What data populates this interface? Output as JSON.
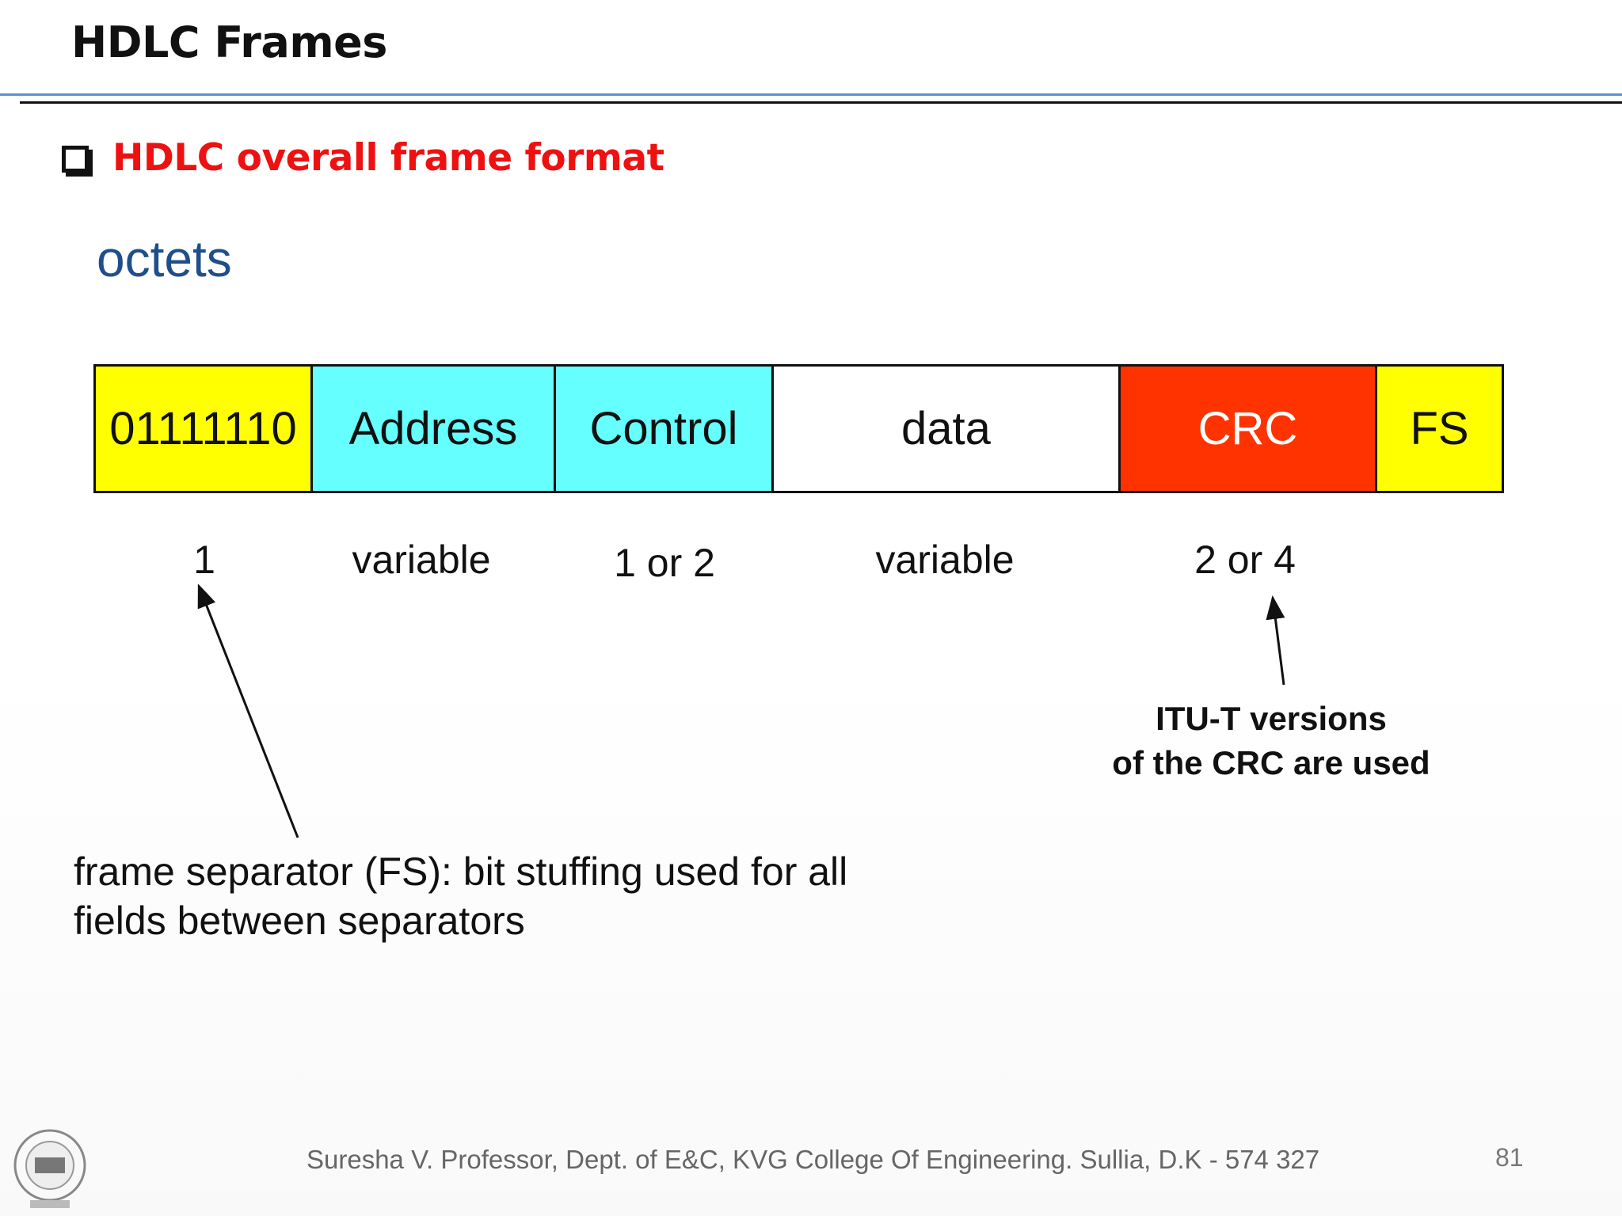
{
  "slide": {
    "title": "HDLC Frames",
    "subtitle": "HDLC overall frame format",
    "octets_label": "octets"
  },
  "frame": {
    "fields": [
      {
        "label": "01111110",
        "size": "1",
        "color": "#ffff00"
      },
      {
        "label": "Address",
        "size": "variable",
        "color": "#66ffff"
      },
      {
        "label": "Control",
        "size": "1 or 2",
        "color": "#66ffff"
      },
      {
        "label": "data",
        "size": "variable",
        "color": "#ffffff"
      },
      {
        "label": "CRC",
        "size": "2 or 4",
        "color": "#ff3300"
      },
      {
        "label": "FS",
        "size": "",
        "color": "#ffff00"
      }
    ]
  },
  "annotations": {
    "crc_note_line1": "ITU-T versions",
    "crc_note_line2": "of the CRC are used",
    "fs_note_line1": "frame separator (FS):  bit stuffing used for all",
    "fs_note_line2": "fields between separators"
  },
  "footer": {
    "text": "Suresha V. Professor, Dept. of  E&C, KVG College Of Engineering. Sullia, D.K - 574 327",
    "page_number": "81",
    "logo_icon": "college-logo-icon"
  },
  "colors": {
    "title": "#111111",
    "subtitle": "#ee1111",
    "octets": "#1f4e8c",
    "header_rule_blue": "#5b8fd6"
  }
}
